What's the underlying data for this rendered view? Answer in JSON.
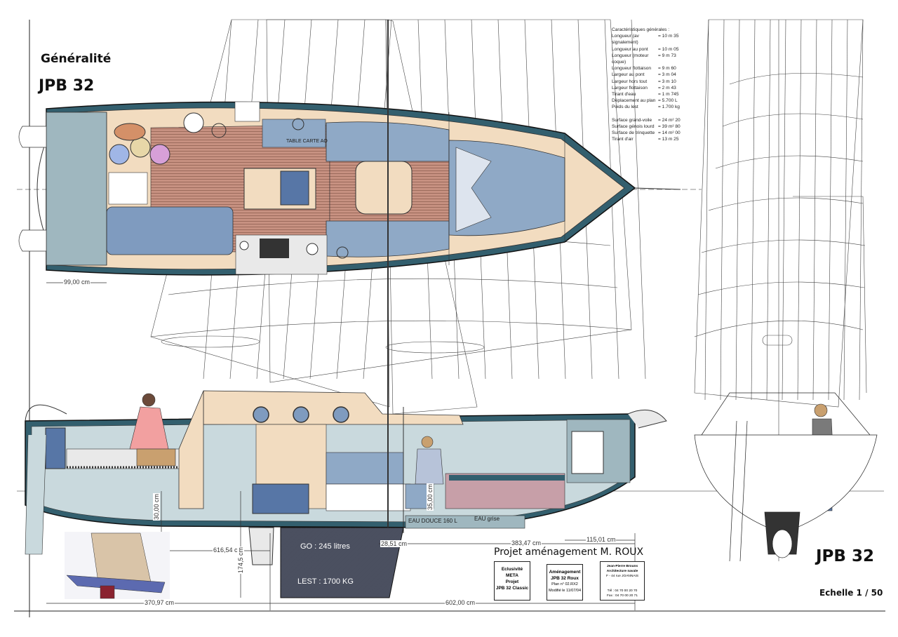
{
  "header": {
    "title": "Généralité",
    "model": "JPB 32",
    "model_right": "JPB 32",
    "scale": "Echelle 1 / 50",
    "project": "Projet aménagement M. ROUX"
  },
  "specs": {
    "heading": "Caractéristiques générales :",
    "rows": [
      {
        "label": "Longueur (av signalement)",
        "value": "= 10 m 35"
      },
      {
        "label": "Longueur au pont",
        "value": "= 10 m 05"
      },
      {
        "label": "Longueur (moteur coque)",
        "value": "= 9 m 73"
      },
      {
        "label": "Longueur flottaison",
        "value": "= 9 m 60"
      },
      {
        "label": "Largeur au pont",
        "value": "= 3 m 04"
      },
      {
        "label": "Largeur hors tout",
        "value": "= 3 m 10"
      },
      {
        "label": "Largeur flottaison",
        "value": "= 2 m 43"
      },
      {
        "label": "Tirant d'eau",
        "value": "= 1 m 745"
      },
      {
        "label": "Déplacement au plan",
        "value": "= 5.700 L"
      },
      {
        "label": "Poids du lest",
        "value": "= 1.700 kg"
      }
    ],
    "rows2": [
      {
        "label": "Surface grand-voile",
        "value": "= 24 m² 20"
      },
      {
        "label": "Surface génois lourd",
        "value": "= 39 m² 80"
      },
      {
        "label": "Surface de trinquette",
        "value": "= 14 m² 00"
      },
      {
        "label": "Tirant d'air",
        "value": "= 13 m 25"
      }
    ]
  },
  "plan_labels": {
    "table": "TABLE CARTE AO",
    "go": "GO : 245 litres",
    "lest": "LEST : 1700 KG",
    "eau_douce": "EAU DOUCE 160 L",
    "eau_grise": "EAU grise"
  },
  "dimensions": {
    "d_99": "99,00 cm",
    "d_616": "616,54 cm",
    "d_30": "30,00 cm",
    "d_174": "174,5 cm",
    "d_28": "28,51 cm",
    "d_383": "383,47 cm",
    "d_115": "115,01 cm",
    "d_35": "35,00 cm",
    "d_370": "370,97 cm",
    "d_602": "602,00 cm"
  },
  "title_block": {
    "box1": [
      "Eclusivité",
      "META",
      "Projet",
      "JPB 32 Classic"
    ],
    "box2": [
      "Aménagement",
      "JPB 32 Roux",
      "Plan n° 02.RX2",
      "Modifié le 11/07/04"
    ],
    "box3": [
      "Jean-Pierre Brouns",
      "Architecture navale",
      "F - 44 rue JOANNAIS",
      "Tél : 04 70 00 20 70",
      "Fax : 04 70 00 20 71"
    ]
  },
  "colors": {
    "hull_dark": "#335f6e",
    "teak": "#c79181",
    "cushion": "#7f9bbf",
    "cream": "#f2dcc0",
    "water": "#9fb7bf"
  }
}
